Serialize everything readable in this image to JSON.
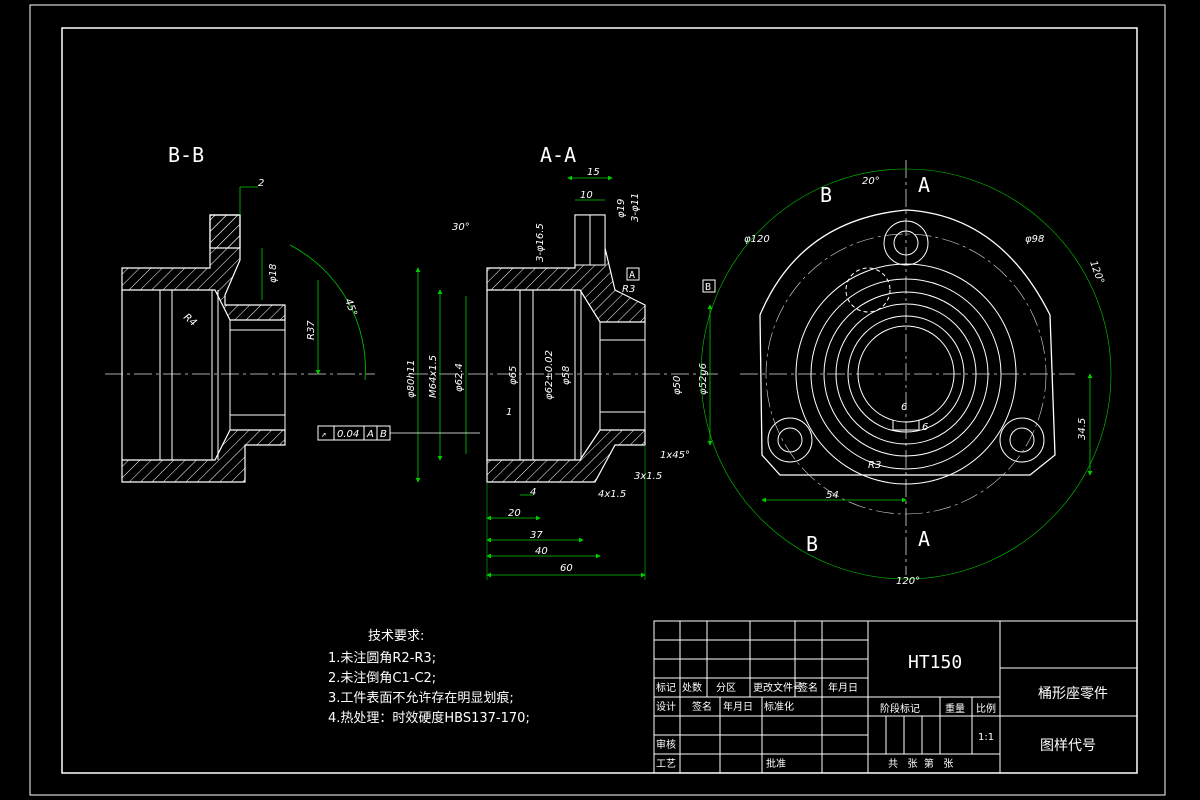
{
  "views": {
    "bb_label": "B-B",
    "aa_label": "A-A",
    "front_label_b_top": "B",
    "front_label_a_top": "A",
    "front_label_b_bottom": "B",
    "front_label_a_bottom": "A"
  },
  "bb_dims": {
    "d2": "2",
    "phi18": "φ18",
    "r37": "R37",
    "ang": "45°",
    "r4": "R4"
  },
  "aa_dims": {
    "d15": "15",
    "d10": "10",
    "angle30": "30°",
    "holes": "3-φ16.5",
    "phi80h11": "φ80h11",
    "m64": "M64x1.5",
    "phi624": "φ62.4",
    "phi65": "φ65",
    "phi62": "φ62±0.02",
    "phi58": "φ58",
    "phi50": "φ50",
    "phi52": "φ52g6",
    "r3": "R3",
    "d1": "1",
    "d4": "4",
    "d20": "20",
    "d37": "37",
    "d40": "40",
    "d60": "60",
    "d4x15": "4x1.5",
    "d3x15": "3x1.5",
    "d1x45": "1x45°",
    "small1": "3-φ11",
    "small2": "φ19"
  },
  "datum_a": "A",
  "datum_b": "B",
  "fcf": {
    "value": "0.04",
    "ref1": "A",
    "ref2": "B"
  },
  "front_dims": {
    "angle20": "20°",
    "phi120": "φ120",
    "phi98": "φ98",
    "angle120a": "120°",
    "angle120b": "120°",
    "d54": "54",
    "d345": "34.5",
    "r3": "R3",
    "d6a": "6",
    "d6b": "6"
  },
  "tech_requirements": {
    "title": "技术要求:",
    "items": [
      "1.未注圆角R2-R3;",
      "2.未注倒角C1-C2;",
      "3.工件表面不允许存在明显划痕;",
      "4.热处理：时效硬度HBS137-170;"
    ]
  },
  "title_block": {
    "material": "HT150",
    "part_name": "桶形座零件",
    "drawing_no": "图样代号",
    "r1": [
      "标记",
      "处数",
      "分区",
      "更改文件号",
      "签名",
      "年月日"
    ],
    "r2": [
      "设计",
      "签名",
      "年月日",
      "标准化"
    ],
    "stage": "阶段标记",
    "weight": "重量",
    "scale_label": "比例",
    "scale": "1:1",
    "review": "审核",
    "process": "工艺",
    "approve": "批准",
    "sheets": "共   张  第   张"
  },
  "colors": {
    "line": "#ffffff",
    "dim": "#00b000",
    "center": "#e8e8e8",
    "bg": "#000000"
  }
}
